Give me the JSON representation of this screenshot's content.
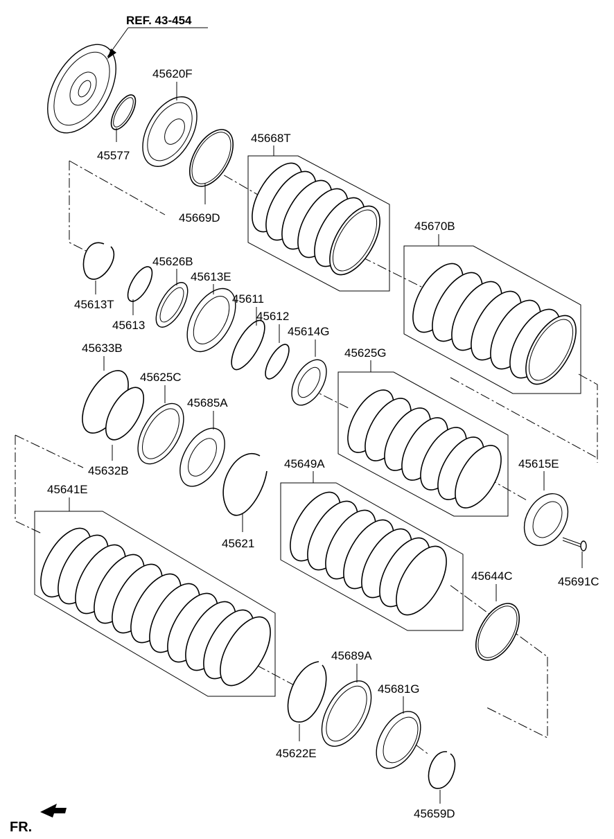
{
  "diagram": {
    "reference": "REF. 43-454",
    "front_marker": "FR.",
    "labels": {
      "p45620F": "45620F",
      "p45577": "45577",
      "p45668T": "45668T",
      "p45669D": "45669D",
      "p45670B": "45670B",
      "p45613T": "45613T",
      "p45626B": "45626B",
      "p45613E": "45613E",
      "p45611": "45611",
      "p45613": "45613",
      "p45612": "45612",
      "p45614G": "45614G",
      "p45633B": "45633B",
      "p45625C": "45625C",
      "p45685A": "45685A",
      "p45625G": "45625G",
      "p45632B": "45632B",
      "p45649A": "45649A",
      "p45615E": "45615E",
      "p45641E": "45641E",
      "p45621": "45621",
      "p45644C": "45644C",
      "p45691C": "45691C",
      "p45689A": "45689A",
      "p45681G": "45681G",
      "p45622E": "45622E",
      "p45659D": "45659D"
    }
  }
}
